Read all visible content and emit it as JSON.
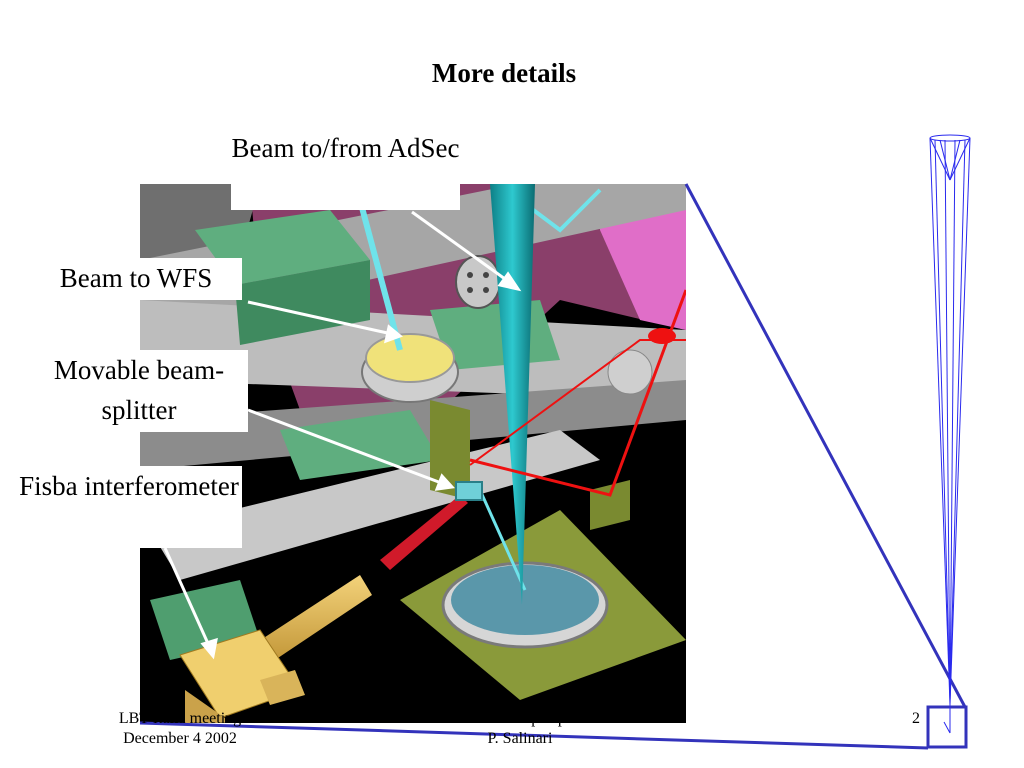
{
  "slide": {
    "title": "More details",
    "page_number": "2"
  },
  "labels": {
    "beam_adsec": "Beam to/from AdSec",
    "beam_wfs": "Beam to WFS",
    "movable_splitter": "Movable beam-splitter",
    "fisba": "Fisba interferometer"
  },
  "footer": {
    "left_line1": "LBT Italia meeting",
    "left_line2": "December 4 2002",
    "center_line1": "LBT status and perspectives",
    "center_line2": "P. Salinari"
  },
  "colors": {
    "callout_frame": "#3333bb",
    "ray_trace": "#2a2aee",
    "beam_cyan": "#22b8c0",
    "laser_red": "#ee1111",
    "mirror_yellow": "#f0e27a",
    "structure_green": "#5fae7f",
    "structure_magenta": "#8a3f6a"
  }
}
